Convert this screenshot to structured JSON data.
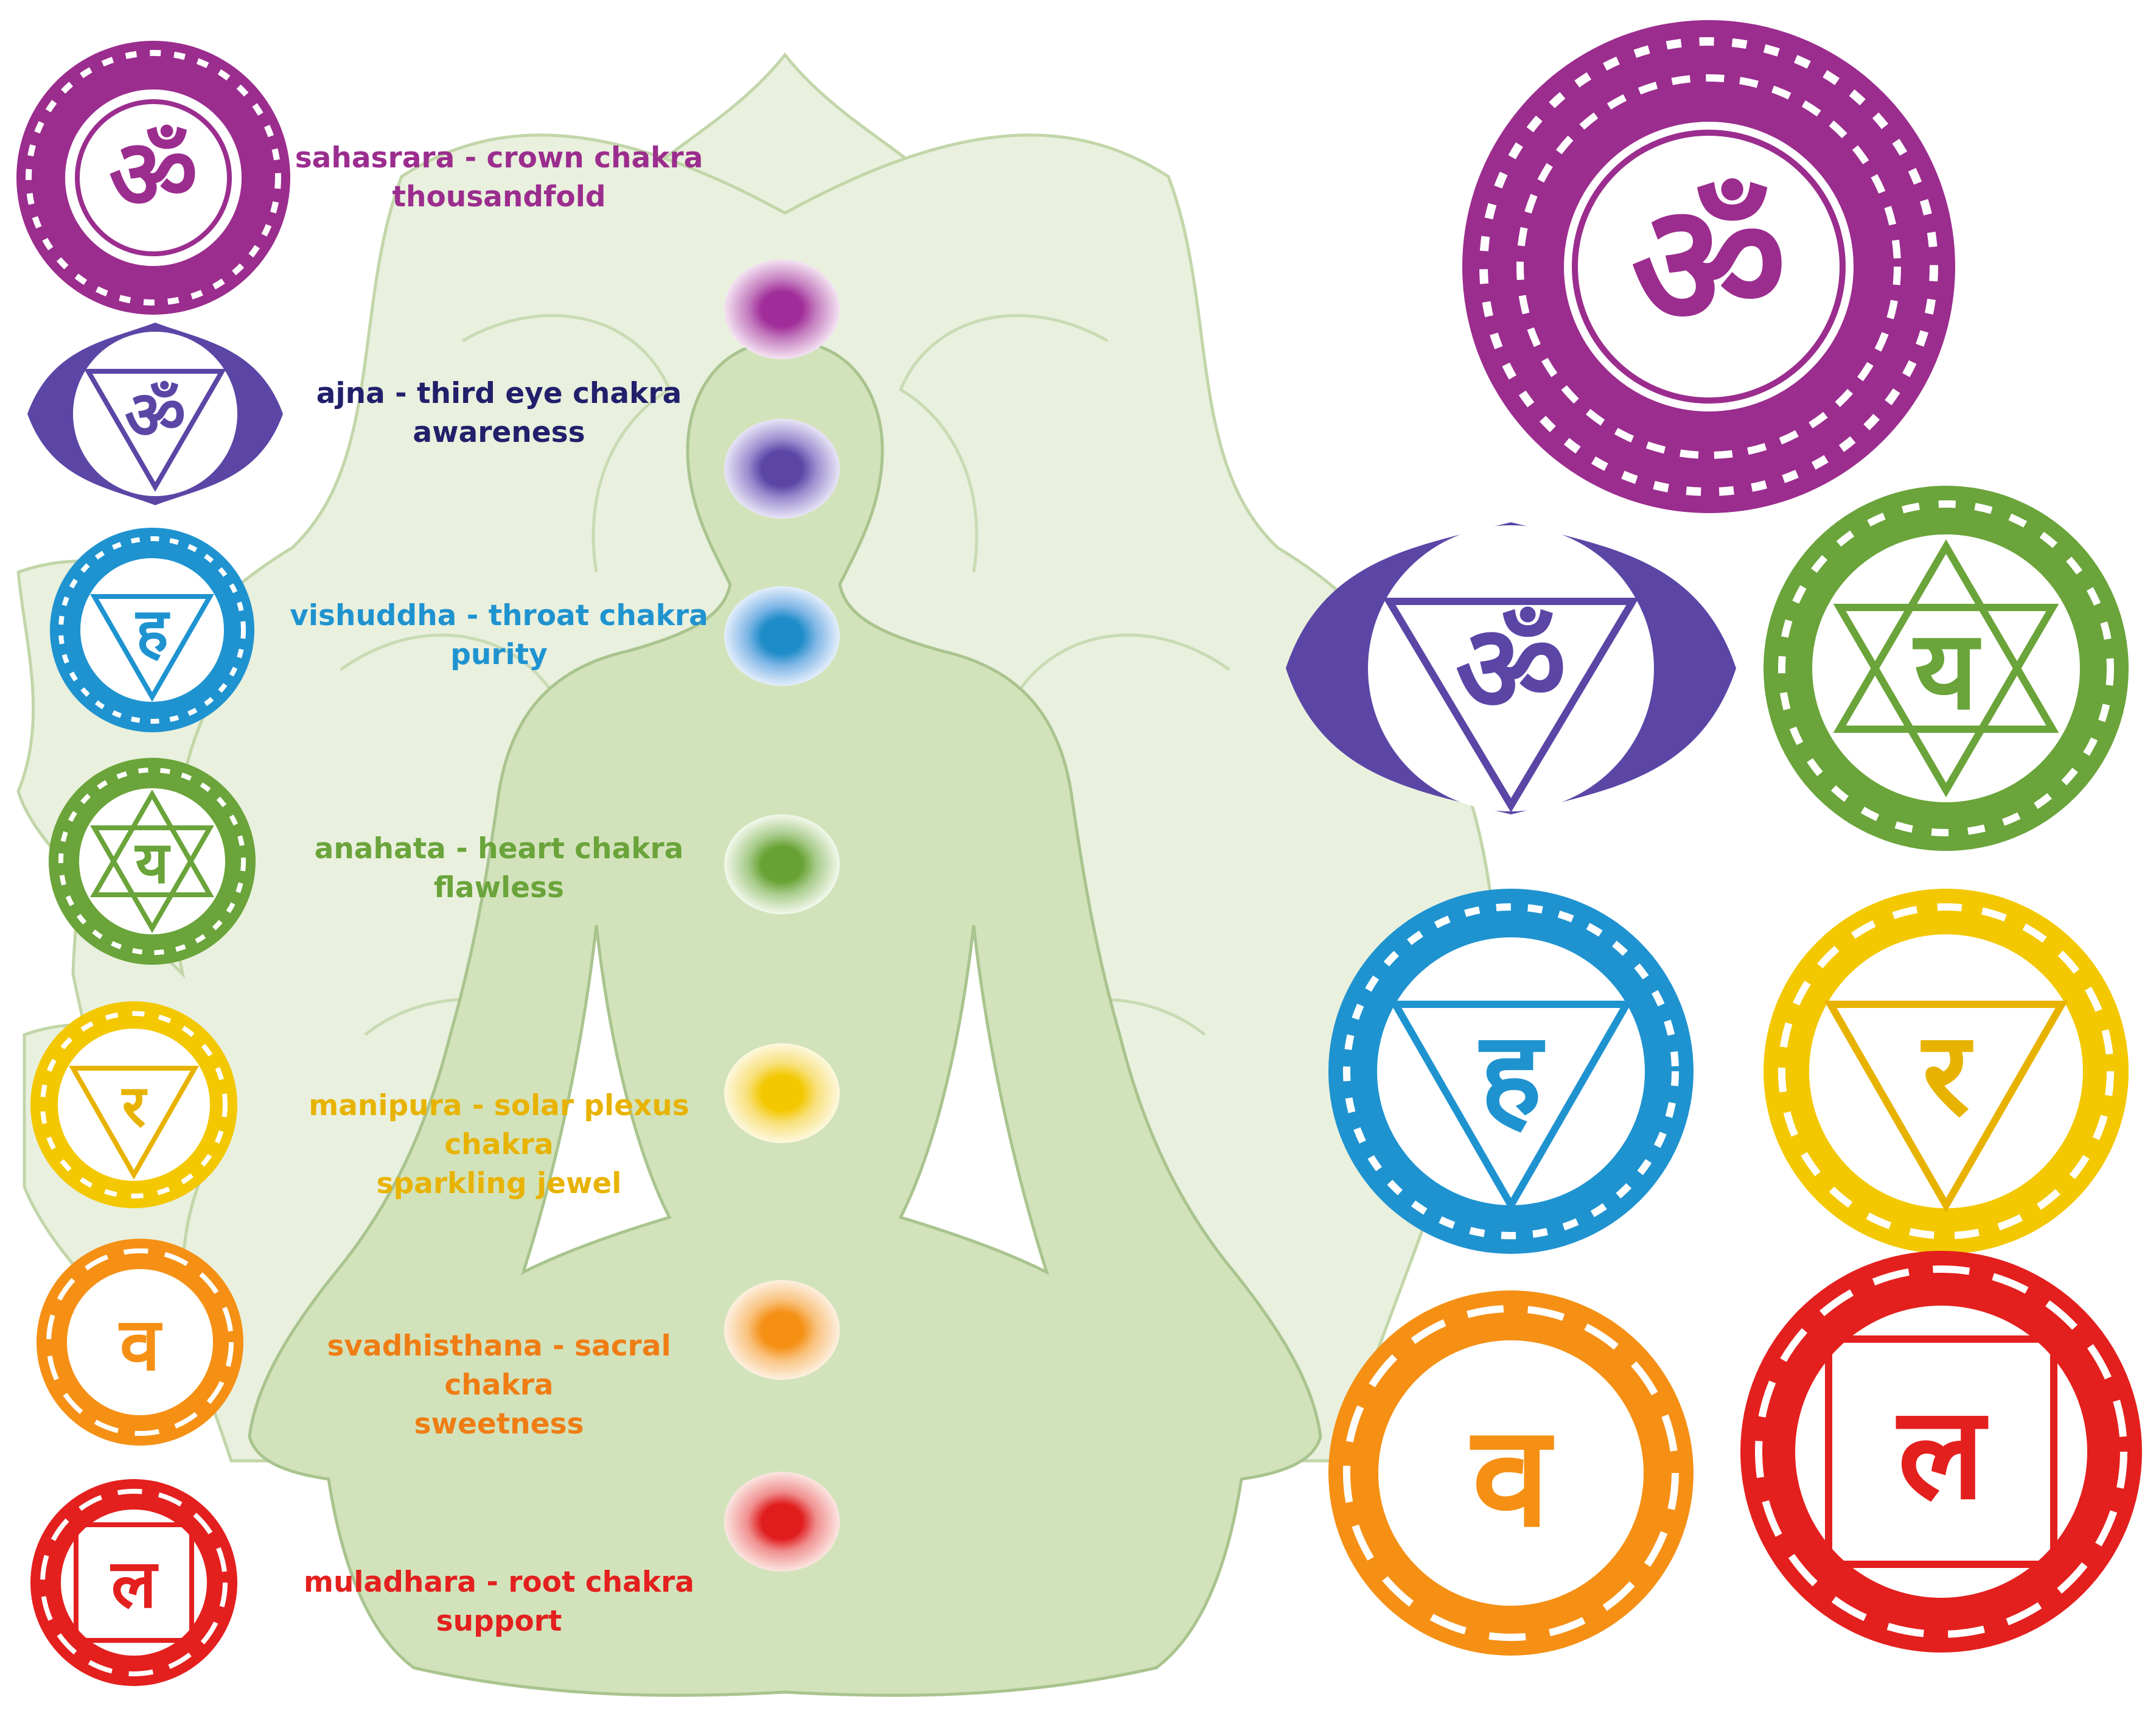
{
  "title": "Seven chakras with meditating figure",
  "chakras": [
    {
      "id": "sahasrara",
      "name": "sahasrara - crown chakra",
      "meaning": "thousandfold",
      "color": "#9b2d8e",
      "dot_color": "#a12d9a"
    },
    {
      "id": "ajna",
      "name": "ajna - third eye chakra",
      "meaning": "awareness",
      "color": "#221f6b",
      "dot_color": "#5b46a6"
    },
    {
      "id": "vishuddha",
      "name": "vishuddha - throat chakra",
      "meaning": "purity",
      "color": "#1f93d0",
      "dot_color": "#1d8cc8"
    },
    {
      "id": "anahata",
      "name": "anahata - heart chakra",
      "meaning": "flawless",
      "color": "#6aa43a",
      "dot_color": "#68a234"
    },
    {
      "id": "manipura",
      "name": "manipura - solar plexus chakra",
      "meaning": "sparkling jewel",
      "color": "#e8b300",
      "dot_color": "#f3c800"
    },
    {
      "id": "svadhisthana",
      "name": "svadhisthana - sacral chakra",
      "meaning": "sweetness",
      "color": "#ef7d14",
      "dot_color": "#f59015"
    },
    {
      "id": "muladhara",
      "name": "muladhara - root chakra",
      "meaning": "support",
      "color": "#e3201e",
      "dot_color": "#e01d1d"
    }
  ],
  "figure": {
    "fill": "#d2e3bb",
    "outline": "#a9c48e",
    "lotus_fill": "#e6eedb"
  }
}
